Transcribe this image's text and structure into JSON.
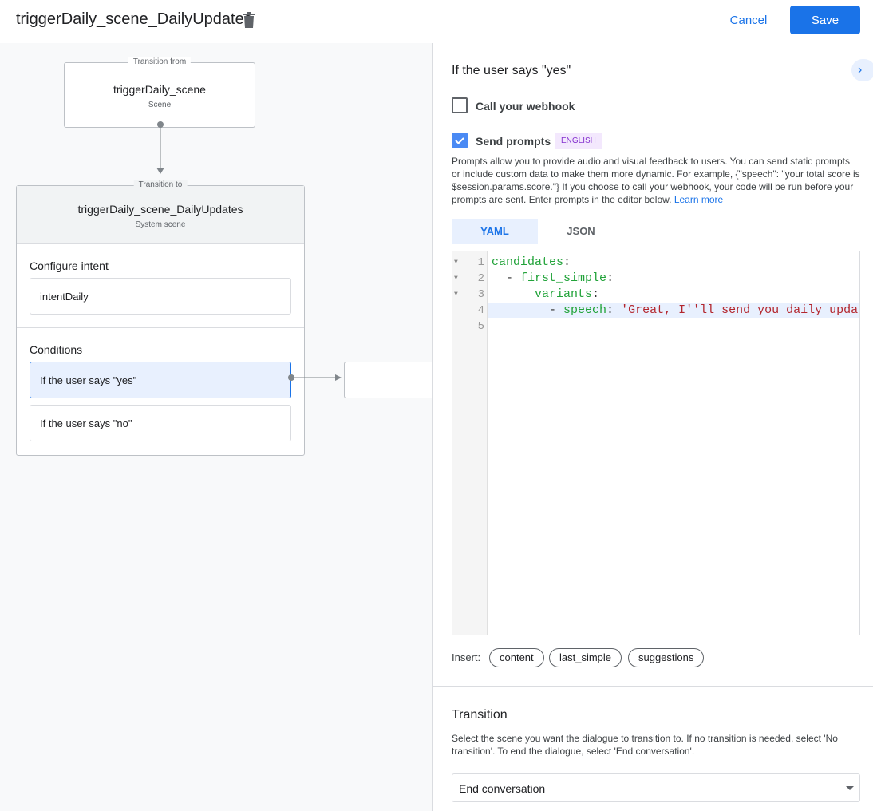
{
  "header": {
    "title": "triggerDaily_scene_DailyUpdates",
    "cancel": "Cancel",
    "save": "Save"
  },
  "canvas": {
    "from": {
      "label": "Transition from",
      "name": "triggerDaily_scene",
      "type": "Scene"
    },
    "to": {
      "label": "Transition to",
      "name": "triggerDaily_scene_DailyUpdates",
      "type": "System scene"
    },
    "configure_intent": "Configure intent",
    "intent": "intentDaily",
    "conditions": "Conditions",
    "cond_yes": "If the user says \"yes\"",
    "cond_no": "If the user says \"no\""
  },
  "panel": {
    "heading": "If the user says \"yes\"",
    "webhook": {
      "label": "Call your webhook",
      "checked": false
    },
    "prompts": {
      "label": "Send prompts",
      "checked": true,
      "badge": "ENGLISH",
      "description": "Prompts allow you to provide audio and visual feedback to users. You can send static prompts or include custom data to make them more dynamic. For example, {\"speech\": \"your total score is $session.params.score.\"} If you choose to call your webhook, your code will be run before your prompts are sent. Enter prompts in the editor below.",
      "learn_more": "Learn more"
    },
    "tabs": [
      "YAML",
      "JSON"
    ],
    "code": [
      {
        "n": "1",
        "key": "candidates",
        "indent": "",
        "dash": "",
        "val": ""
      },
      {
        "n": "2",
        "key": "first_simple",
        "indent": "  ",
        "dash": "- ",
        "val": ""
      },
      {
        "n": "3",
        "key": "variants",
        "indent": "      ",
        "dash": "",
        "val": ""
      },
      {
        "n": "4",
        "key": "speech",
        "indent": "        ",
        "dash": "- ",
        "val": "'Great, I''ll send you daily updates."
      },
      {
        "n": "5",
        "key": "",
        "indent": "",
        "dash": "",
        "val": ""
      }
    ],
    "insert_label": "Insert:",
    "insert_chips": [
      "content",
      "last_simple",
      "suggestions"
    ],
    "transition": {
      "heading": "Transition",
      "description": "Select the scene you want the dialogue to transition to. If no transition is needed, select 'No transition'. To end the dialogue, select 'End conversation'.",
      "selected": "End conversation"
    }
  },
  "colors": {
    "accent": "#1a73e8",
    "selected_bg": "#e8f0fe",
    "yaml_key": "#22a33a",
    "yaml_string": "#b3262d"
  }
}
